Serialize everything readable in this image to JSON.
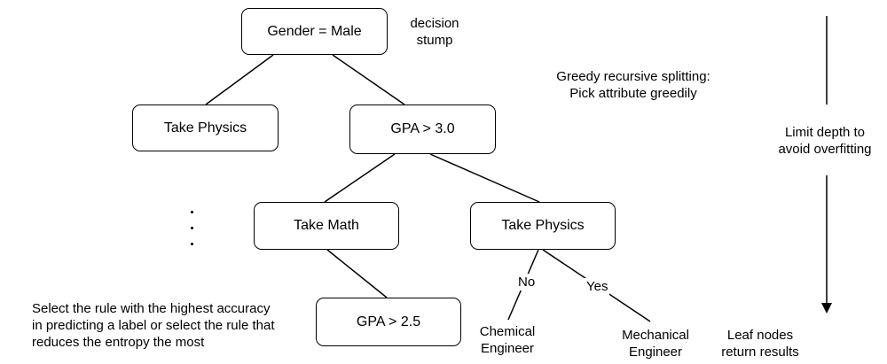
{
  "nodes": {
    "root": "Gender = Male",
    "take_physics_left": "Take Physics",
    "gpa_3": "GPA > 3.0",
    "take_math": "Take Math",
    "take_physics_right": "Take Physics",
    "gpa_25": "GPA > 2.5"
  },
  "leaves": {
    "chemical": [
      "Chemical",
      "Engineer"
    ],
    "mechanical": [
      "Mechanical",
      "Engineer"
    ]
  },
  "edge_labels": {
    "no": "No",
    "yes": "Yes"
  },
  "annotations": {
    "stump": [
      "decision",
      "stump"
    ],
    "greedy": [
      "Greedy recursive splitting:",
      "Pick attribute greedily"
    ],
    "limit_depth": [
      "Limit depth to",
      "avoid overfitting"
    ],
    "select_rule": [
      "Select the rule with the highest accuracy",
      "in predicting a label or select the rule that",
      "reduces the entropy the most"
    ],
    "leaf_nodes": [
      "Leaf nodes",
      "return results"
    ]
  }
}
